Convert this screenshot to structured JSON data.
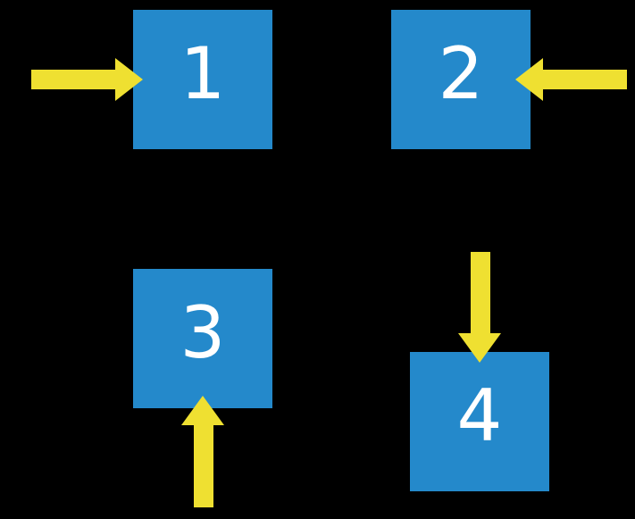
{
  "scene": {
    "description": "Four blue numbered squares on a black background, each with a yellow arrow pointing into it",
    "background_color": "#000000",
    "box_color": "#2489CB",
    "arrow_color": "#EFE031",
    "label_color": "#FFFFFF"
  },
  "boxes": [
    {
      "label": "1",
      "arrow_pointing": "right",
      "arrow_position": "left-of-box"
    },
    {
      "label": "2",
      "arrow_pointing": "left",
      "arrow_position": "right-of-box"
    },
    {
      "label": "3",
      "arrow_pointing": "up",
      "arrow_position": "below-box"
    },
    {
      "label": "4",
      "arrow_pointing": "down",
      "arrow_position": "above-box"
    }
  ]
}
